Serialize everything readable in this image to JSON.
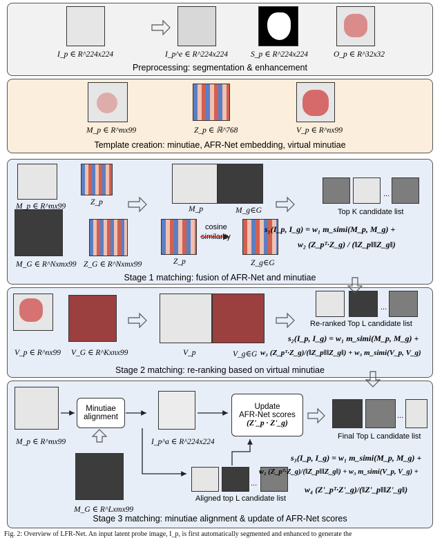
{
  "colors": {
    "latent_bg": "#e6e6e6",
    "heat_red": "#d04040",
    "heat_blue": "#5b7fc4",
    "panel_blue": "#e8eef8",
    "panel_tan": "#fbeedc",
    "panel_gray": "#f2f2f2"
  },
  "preprocessing": {
    "ip": "I_p ∈ R^224x224",
    "ipe": "I_p^e ∈ R^224x224",
    "sp": "S_p ∈ R^224x224",
    "op": "O_p ∈ R^32x32",
    "caption": "Preprocessing: segmentation & enhancement"
  },
  "template": {
    "mp": "M_p ∈ R^mx99",
    "zp": "Z_p ∈ ℝ^768",
    "vp": "V_p ∈ R^nx99",
    "caption": "Template creation: minutiae, AFR-Net embedding, virtual minutiae"
  },
  "stage1": {
    "mp_top": "M_p ∈ R^mx99",
    "zp_left": "Z_p",
    "mg": "M_G ∈ R^Nxmx99",
    "zg": "Z_G ∈ R^Nxmx99",
    "mp_pair": "M_p",
    "mg_pair": "M_g∈G",
    "cosine": "cosine",
    "similarity": "similarity",
    "zp_pair": "Z_p",
    "zg_pair": "Z_g∈G",
    "topk": "Top K candidate list",
    "eq1": "s₁(I_p, I_g) = w₁ m_simi(M_p, M_g) +",
    "eq1b": "w₂ (Z_pᵀ·Z_g) / (‖Z_p‖‖Z_g‖)",
    "caption": "Stage 1 matching: fusion of AFR-Net and minutiae"
  },
  "stage2": {
    "vp": "V_p ∈ R^nx99",
    "vg": "V_G ∈ R^Kxnx99",
    "vp_pair": "V_p",
    "vg_pair": "V_g∈G",
    "topl": "Re-ranked Top L candidate list",
    "eq1": "s₂(I_p, I_g) = w₁ m_simi(M_p, M_g) +",
    "eq2": "w₂ (Z_pᵀ·Z_g)/(‖Z_p‖‖Z_g‖) + w₃ m_simi(V_p, V_g)",
    "caption": "Stage 2 matching: re-ranking based on virtual minutiae"
  },
  "stage3": {
    "mp": "M_p ∈ R^mx99",
    "align_box_1": "Minutiae",
    "align_box_2": "alignment",
    "ipa": "I_p^a ∈ R^224x224",
    "update_1": "Update",
    "update_2": "AFR-Net scores",
    "update_3": "(Z'_p · Z'_g)",
    "final": "Final Top L candidate list",
    "mg": "M_G ∈ R^Lxmx99",
    "aligned": "Aligned top L candidate list",
    "eq1": "s₃(I_p, I_g) = w₁ m_simi(M_p, M_g) +",
    "eq2": "w₂ (Z_pᵀ·Z_g)/(‖Z_p‖‖Z_g‖) + w₃ m_simi(V_p, V_g) +",
    "eq3": "w₄ (Z'_pᵀ·Z'_g)/(‖Z'_p‖‖Z'_g‖)",
    "caption": "Stage 3 matching: minutiae alignment & update of AFR-Net scores"
  },
  "ellipsis": "...",
  "figure_caption": "Fig. 2: Overview of LFR-Net. An input latent probe image, I_p, is first automatically segmented and enhanced to generate the"
}
